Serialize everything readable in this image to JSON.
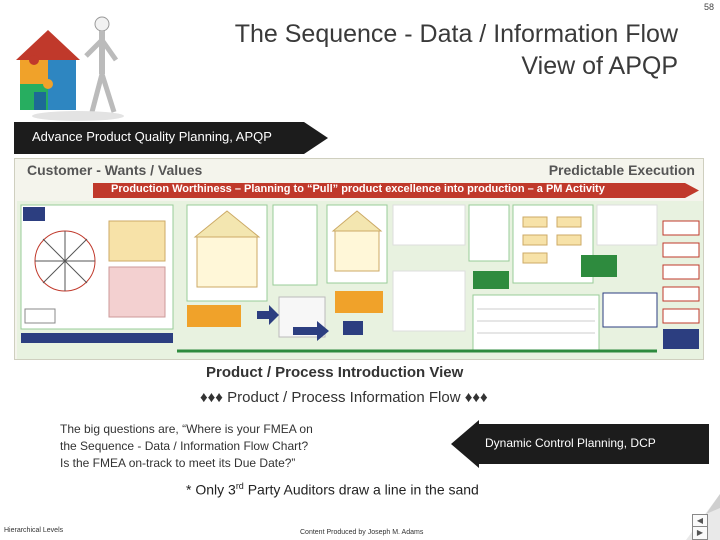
{
  "slide": {
    "number": "58",
    "title_line1": "The Sequence - Data / Information Flow",
    "title_line2": "View of APQP"
  },
  "apqp_label": "Advance Product Quality Planning, APQP",
  "diagram": {
    "left_heading": "Customer - Wants / Values",
    "right_heading": "Predictable Execution",
    "banner": "Production Worthiness – Planning to “Pull” product excellence into production – a PM Activity",
    "bottom_heading": "Product / Process Introduction View"
  },
  "info_flow": "♦♦♦ Product / Process Information Flow ♦♦♦",
  "questions": [
    "The big questions are, “Where is your FMEA on",
    "the Sequence - Data / Information Flow Chart?",
    "Is the FMEA on-track to meet its Due Date?”"
  ],
  "dcp_label": "Dynamic Control Planning, DCP",
  "auditors": {
    "before": "* Only 3",
    "sup": "rd",
    "after": " Party Auditors draw a line in the sand"
  },
  "footer": {
    "left": "Hierarchical Levels",
    "center": "Content Produced by Joseph M. Adams"
  },
  "colors": {
    "dark_arrow": "#1c1c1c",
    "banner_red": "#c0392b",
    "diagram_green": "#2e8b3e"
  }
}
